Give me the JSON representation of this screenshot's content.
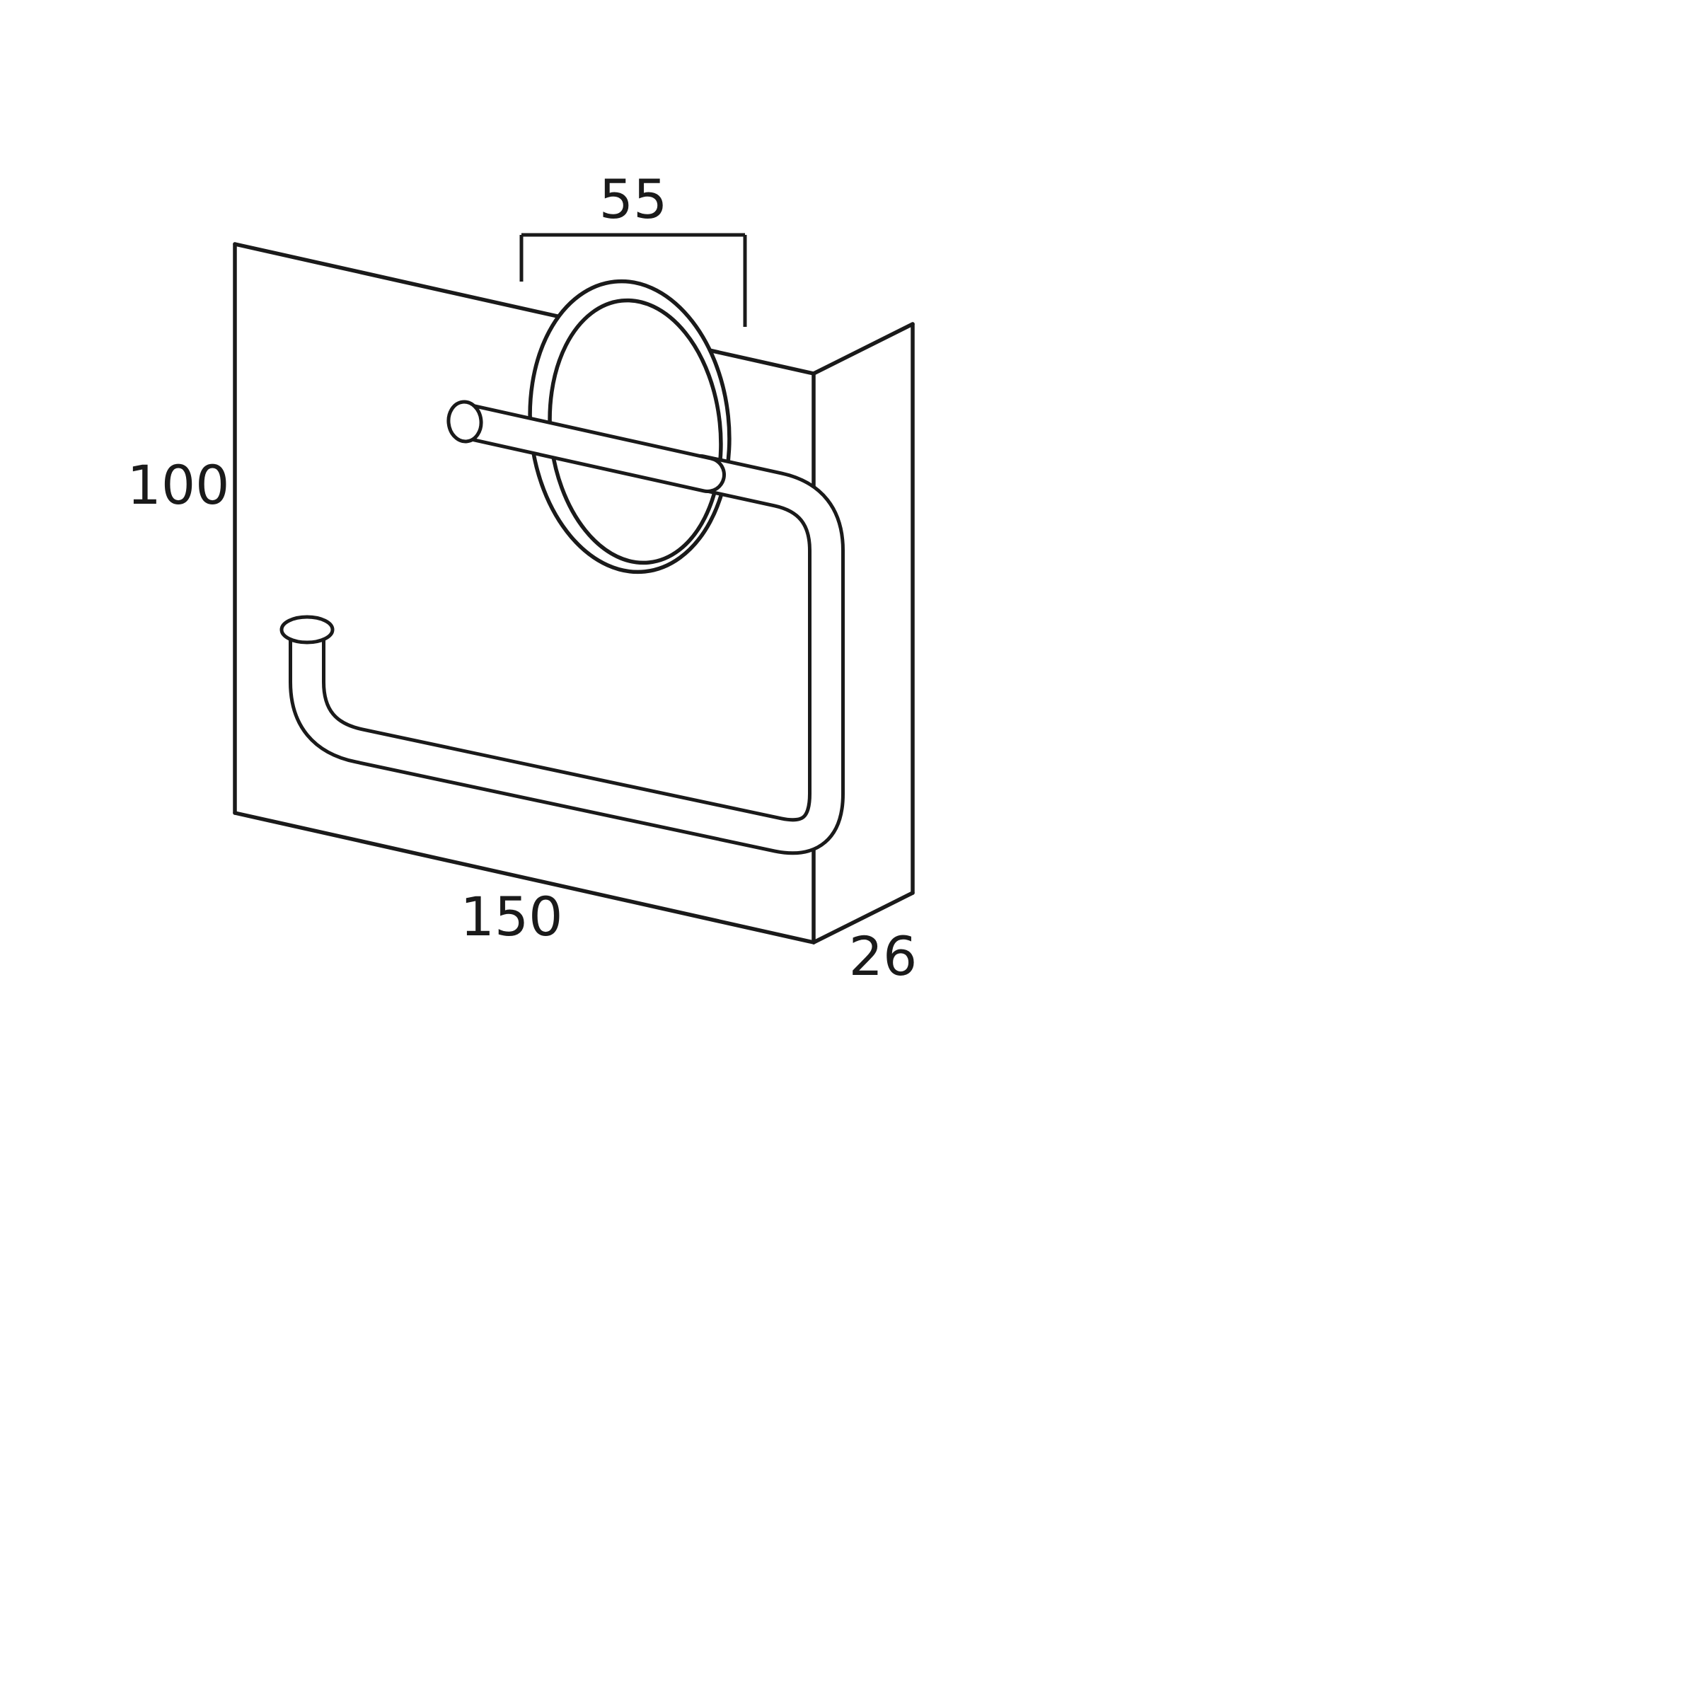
{
  "drawing": {
    "dimensions": {
      "plate_width": "55",
      "height": "100",
      "width": "150",
      "depth": "26"
    },
    "colors": {
      "line": "#1a1a1a",
      "background": "#ffffff"
    }
  }
}
